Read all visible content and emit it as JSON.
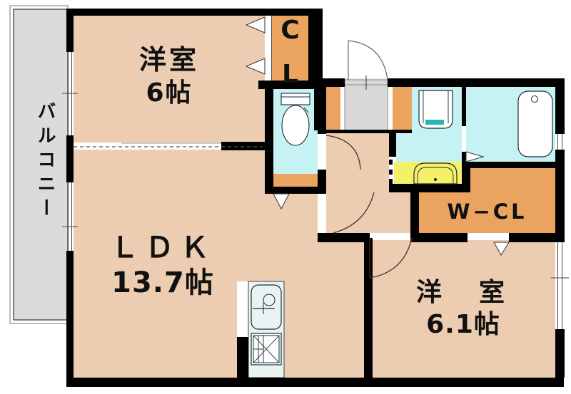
{
  "plan": {
    "type": "apartment-floor-plan",
    "rooms": {
      "balcony": {
        "label": "バルコニー"
      },
      "bedroom_top": {
        "name": "洋室",
        "size": "6帖"
      },
      "ldk": {
        "name": "ＬＤＫ",
        "size": "13.7帖"
      },
      "bedroom_right": {
        "name": "洋　室",
        "size": "6.1帖"
      },
      "closet": {
        "letter_top": "C",
        "letter_bottom": "L"
      },
      "walk_in_closet": {
        "label": "W−CL"
      }
    },
    "fixtures": [
      "toilet",
      "washing-machine-pan",
      "bathtub",
      "vanity-sink",
      "kitchen-sink",
      "stove",
      "entrance-door",
      "shoe-cabinet"
    ],
    "colors": {
      "wall": "#000000",
      "room": "#EDCDB2",
      "closet": "#EAA45F",
      "wet": "#C6F2F4",
      "vanity": "#F5F06A",
      "balcony": "#DBDBDB",
      "entry": "#D8D8D8",
      "counter": "#E9F4F2",
      "teal": "#2AB5B5",
      "fixture_line": "#1A2A33",
      "door_arc": "#4A2F1F"
    }
  }
}
